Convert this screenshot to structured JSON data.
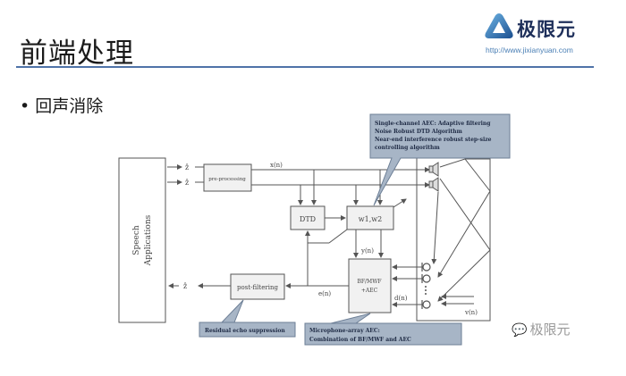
{
  "slide": {
    "title": "前端处理",
    "bullet": "回声消除",
    "bullet_marker": "•"
  },
  "logo": {
    "name": "极限元",
    "url": "http://www.jixianyuan.com",
    "icon": "triangle-logo-icon"
  },
  "watermark": {
    "icon": "wechat-icon",
    "text": "极限元"
  },
  "diagram": {
    "speech_applications": [
      "Speech",
      "Applications"
    ],
    "pre_processing": "pre-processing",
    "dtd": "DTD",
    "weights": "w1,w2",
    "bf_block": [
      "BF/MWF",
      "+AEC"
    ],
    "post_filtering": "post-filtering",
    "signals": {
      "x": "x(n)",
      "y": "y(n)",
      "e": "e(n)",
      "d": "d(n)",
      "v": "v(n)",
      "in_ref": "ẑ"
    },
    "callouts": {
      "single_channel": [
        "Single-channel AEC:  Adaptive filtering",
        "Noise Robust DTD Algorithm",
        "Near-end interference robust step-size",
        "controlling algorithm"
      ],
      "residual": "Residual echo suppression",
      "mic_array": [
        "Microphone-array AEC:",
        "Combination of BF/MWF and AEC"
      ]
    },
    "colors": {
      "callout_fill": "#a7b5c6",
      "callout_border": "#6d7f96",
      "box_fill": "#f1f1f1",
      "line": "#555555"
    }
  }
}
